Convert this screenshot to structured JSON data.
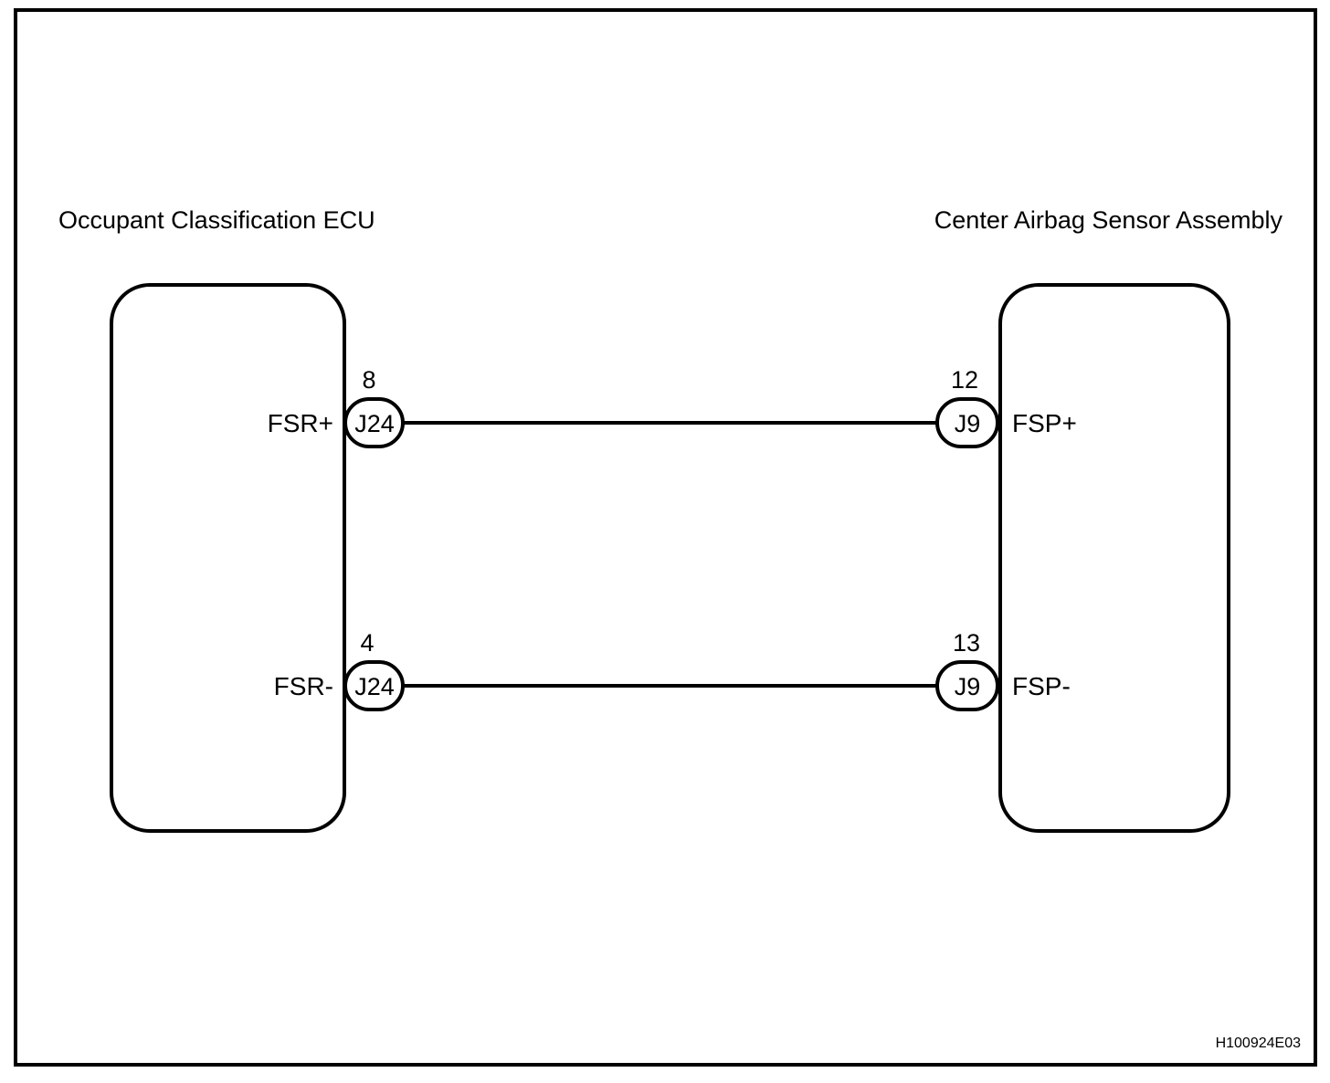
{
  "figure": {
    "code": "H100924E03",
    "background_color": "#ffffff",
    "line_color": "#000000"
  },
  "units": {
    "left": {
      "title": "Occupant Classification ECU"
    },
    "right": {
      "title": "Center Airbag Sensor Assembly"
    }
  },
  "circuits": [
    {
      "left_terminal": "FSR+",
      "left_connector": "J24",
      "left_pin": "8",
      "right_terminal": "FSP+",
      "right_connector": "J9",
      "right_pin": "12"
    },
    {
      "left_terminal": "FSR-",
      "left_connector": "J24",
      "left_pin": "4",
      "right_terminal": "FSP-",
      "right_connector": "J9",
      "right_pin": "13"
    }
  ]
}
